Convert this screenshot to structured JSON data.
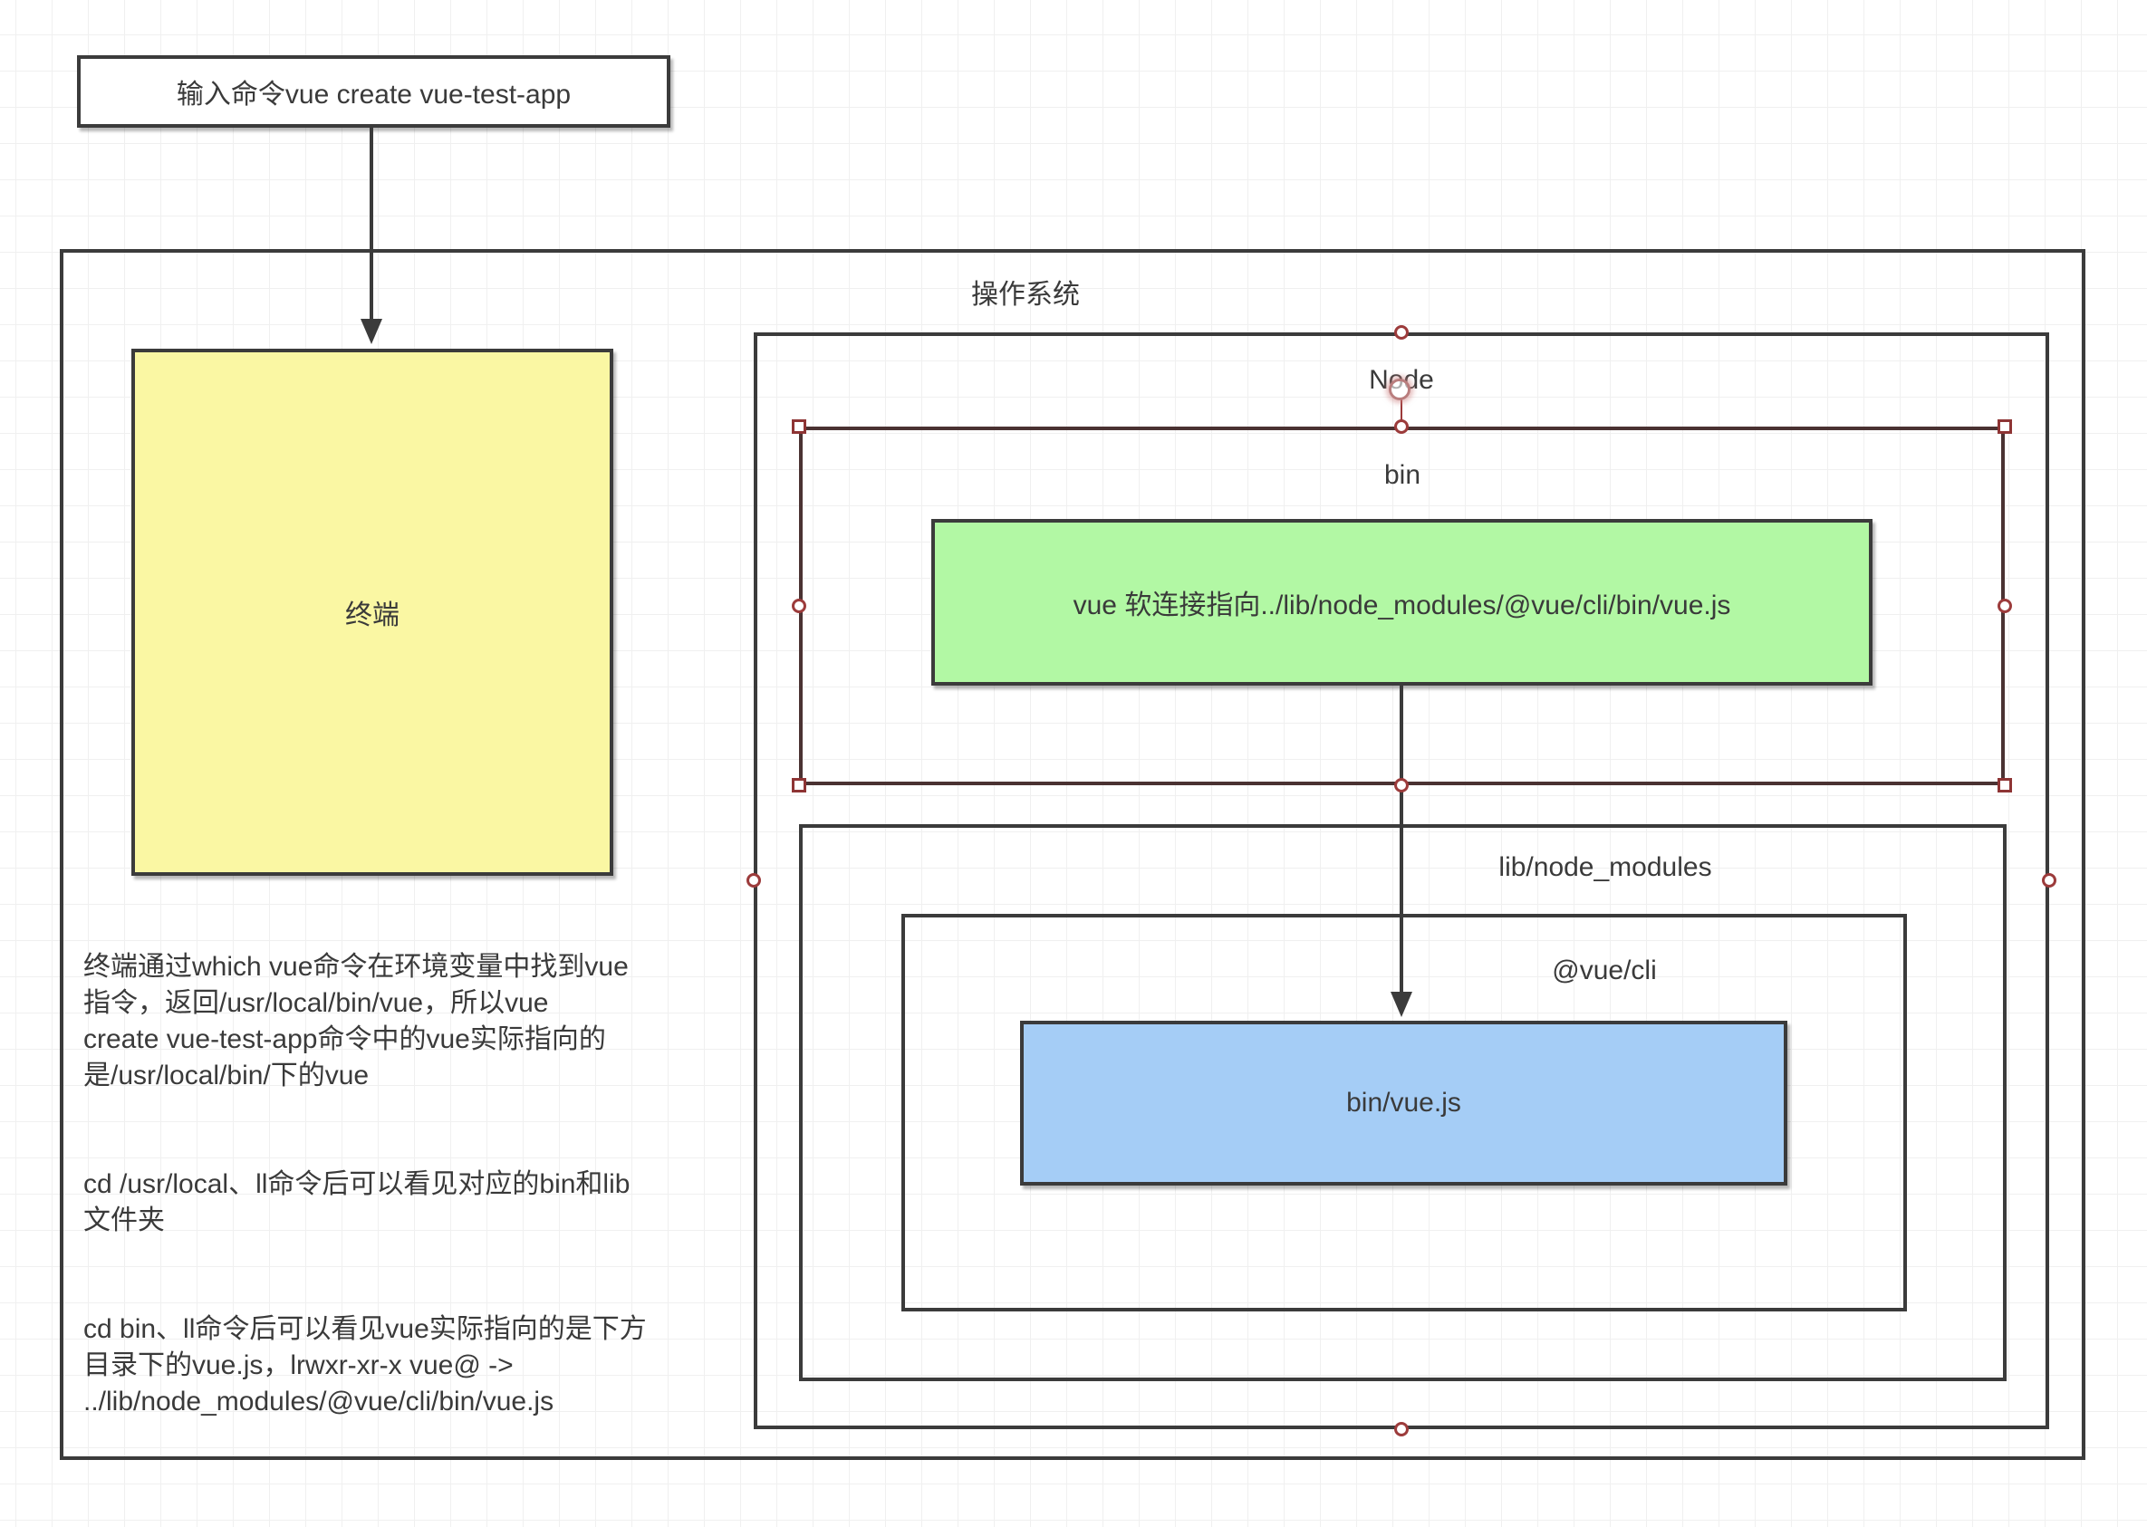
{
  "nodes": {
    "command_box": {
      "label": "输入命令vue create vue-test-app"
    },
    "os_container": {
      "label": "操作系统"
    },
    "terminal_box": {
      "label": "终端"
    },
    "node_container": {
      "label": "Node"
    },
    "bin_container": {
      "label": "bin"
    },
    "symlink_box": {
      "label": "vue 软连接指向../lib/node_modules/@vue/cli/bin/vue.js"
    },
    "lib_container": {
      "label": "lib/node_modules"
    },
    "vue_cli_container": {
      "label": "@vue/cli"
    },
    "vue_js_box": {
      "label": "bin/vue.js"
    }
  },
  "notes": {
    "paragraph1": [
      "终端通过which vue命令在环境变量中找到vue",
      "指令，返回/usr/local/bin/vue，所以vue",
      "create vue-test-app命令中的vue实际指向的",
      "是/usr/local/bin/下的vue"
    ],
    "paragraph2": [
      "cd /usr/local、ll命令后可以看见对应的bin和lib",
      "文件夹"
    ],
    "paragraph3": [
      "cd bin、ll命令后可以看见vue实际指向的是下方",
      "目录下的vue.js，lrwxr-xr-x  vue@ ->",
      "../lib/node_modules/@vue/cli/bin/vue.js"
    ]
  },
  "colors": {
    "stroke": "#3b3b3b",
    "text": "#3a3a3a",
    "terminal_fill": "#faf7a3",
    "symlink_fill": "#b2f8a4",
    "vue_js_fill": "#a5cdf6",
    "selection_stroke": "#9c3b3b",
    "selected_border": "#4a3232",
    "grid": "#f0f0f0"
  }
}
